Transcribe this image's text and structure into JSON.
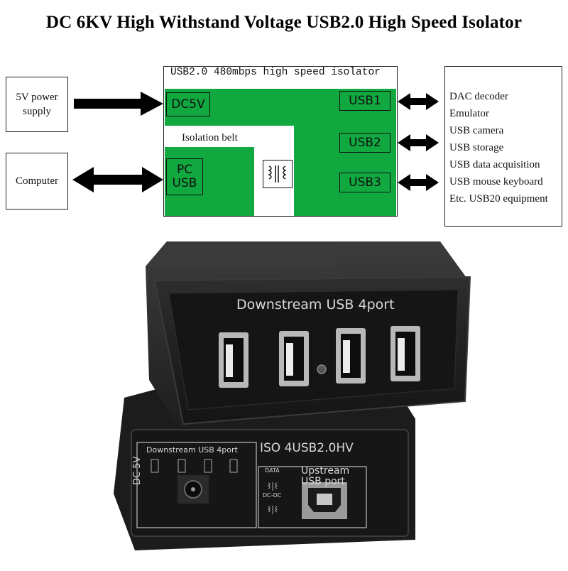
{
  "title": "DC 6KV High Withstand Voltage USB2.0 High Speed Isolator",
  "diagram": {
    "isolator_title": "USB2.0 480mbps high speed isolator",
    "power_box": "5V power supply",
    "computer_box": "Computer",
    "dc5v_label": "DC5V",
    "pc_usb_label_1": "PC",
    "pc_usb_label_2": "USB",
    "isolation_belt": "Isolation belt",
    "usb_ports": [
      "USB1",
      "USB2",
      "USB3"
    ],
    "devices": [
      "DAC decoder",
      "Emulator",
      "USB camera",
      "USB storage",
      "USB data acquisition",
      "USB mouse keyboard",
      "Etc. USB20 equipment"
    ],
    "colors": {
      "board_green": "#11a840",
      "arrow": "#000000"
    }
  },
  "photo": {
    "front_label": "Downstream USB 4port",
    "top_model": "ISO 4USB2.0HV",
    "top_downstream": "Downstream USB 4port",
    "top_data": "DATA",
    "top_dcdc": "DC-DC",
    "top_upstream_1": "Upstream",
    "top_upstream_2": "USB port",
    "top_dc5v": "DC 5V"
  }
}
